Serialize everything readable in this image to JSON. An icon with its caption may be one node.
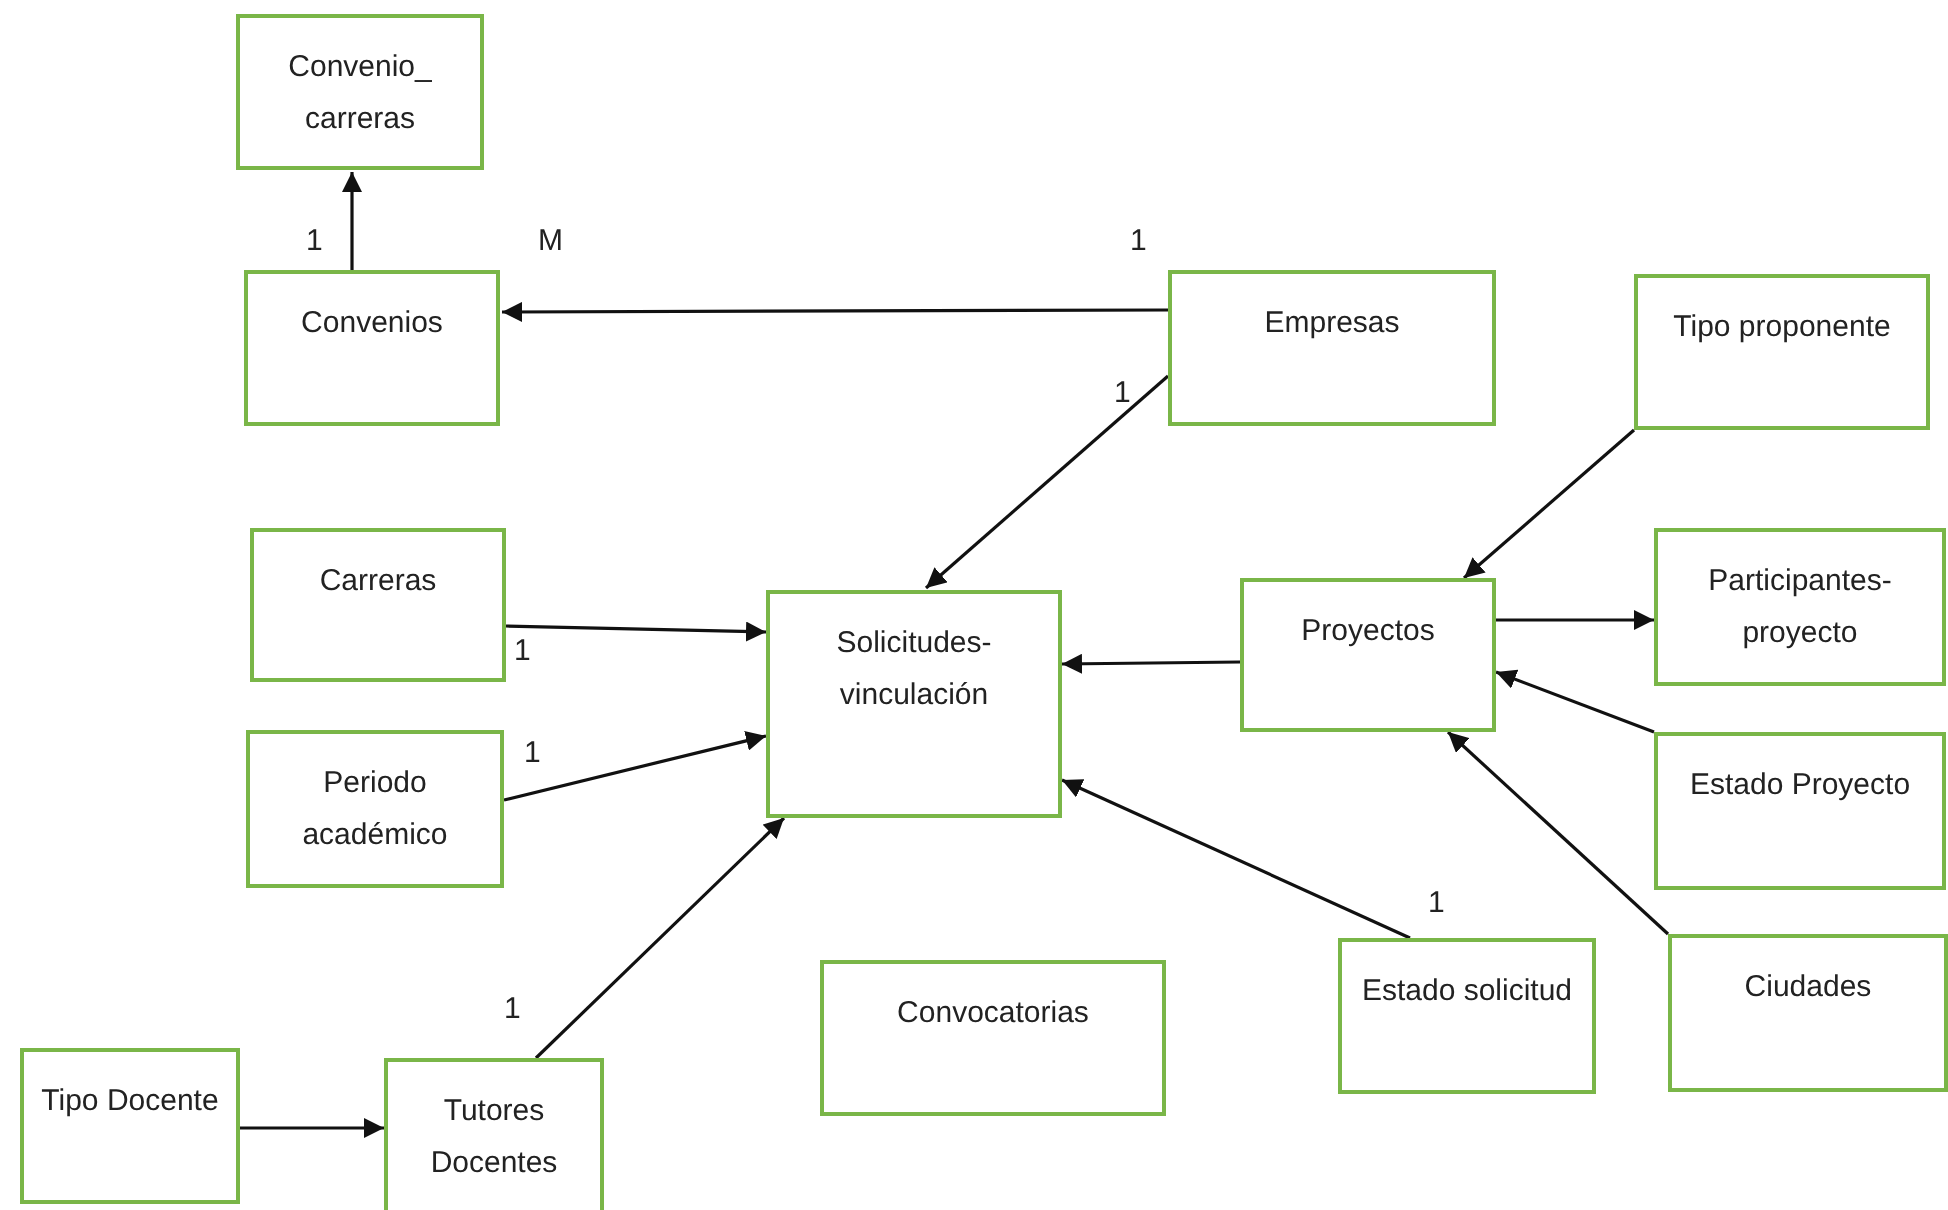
{
  "diagram": {
    "nodes": [
      {
        "text": [
          "Convenio_ carreras"
        ]
      },
      {
        "text": [
          "Convenios"
        ]
      },
      {
        "text": [
          "Empresas"
        ]
      },
      {
        "text": [
          "Tipo proponente"
        ]
      },
      {
        "text": [
          "Carreras"
        ]
      },
      {
        "text": [
          "Participantes- proyecto"
        ]
      },
      {
        "text": [
          "Proyectos"
        ]
      },
      {
        "text": [
          "Solicitudes- vinculación"
        ]
      },
      {
        "text": [
          "Periodo académico"
        ]
      },
      {
        "text": [
          "Estado Proyecto"
        ]
      },
      {
        "text": [
          "Ciudades"
        ]
      },
      {
        "text": [
          "Estado solicitud"
        ]
      },
      {
        "text": [
          "Convocatorias"
        ]
      },
      {
        "text": [
          "Tipo Docente"
        ]
      },
      {
        "text": [
          "Tutores Docentes"
        ]
      }
    ],
    "edges": [
      {
        "from": 1,
        "to": 0,
        "arrow": "to"
      },
      {
        "from": 2,
        "to": 1,
        "arrow": "to"
      },
      {
        "from": 2,
        "to": 7,
        "arrow": "to"
      },
      {
        "from": 3,
        "to": 6,
        "arrow": "to"
      },
      {
        "from": 4,
        "to": 7,
        "arrow": "to"
      },
      {
        "from": 6,
        "to": 5,
        "arrow": "to"
      },
      {
        "from": 6,
        "to": 7,
        "arrow": "to"
      },
      {
        "from": 8,
        "to": 7,
        "arrow": "to"
      },
      {
        "from": 9,
        "to": 6,
        "arrow": "to"
      },
      {
        "from": 10,
        "to": 6,
        "arrow": "to"
      },
      {
        "from": 11,
        "to": 7,
        "arrow": "to"
      },
      {
        "from": 13,
        "to": 14,
        "arrow": "to"
      },
      {
        "from": 14,
        "to": 7,
        "arrow": "to"
      }
    ],
    "labels": [
      "1",
      "M",
      "1",
      "1",
      "1",
      "1",
      "1",
      "1"
    ]
  }
}
